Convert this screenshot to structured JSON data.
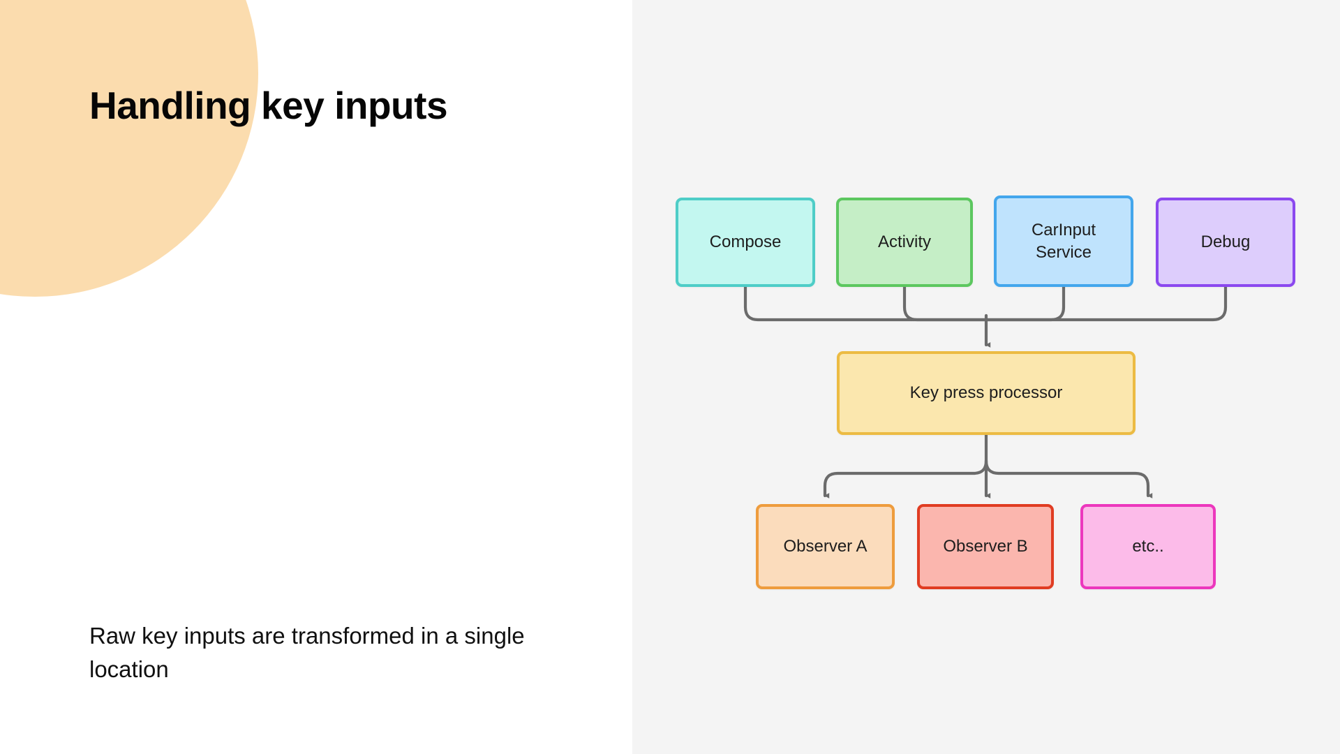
{
  "slide": {
    "title": "Handling key inputs",
    "caption": "Raw key inputs are transformed in a single location"
  },
  "theme": {
    "left_background": "#ffffff",
    "right_background": "#f4f4f4",
    "decoration_circle_color": "#fbdcae",
    "title_color": "#060606",
    "caption_color": "#101010",
    "edge_color": "#6b6b6b"
  },
  "diagram": {
    "type": "flow",
    "sources": [
      {
        "id": "compose",
        "label": "Compose",
        "fill": "#c3f7f0",
        "stroke": "#4ecdc7"
      },
      {
        "id": "activity",
        "label": "Activity",
        "fill": "#c5eec6",
        "stroke": "#5cc75f"
      },
      {
        "id": "car-input-service",
        "label": "CarInput Service",
        "fill": "#bfe3fd",
        "stroke": "#43a6ec"
      },
      {
        "id": "debug",
        "label": "Debug",
        "fill": "#ddcdfc",
        "stroke": "#8b48ef"
      }
    ],
    "processor": {
      "id": "key-press-processor",
      "label": "Key press processor",
      "fill": "#fbe7ae",
      "stroke": "#ecbb43"
    },
    "observers": [
      {
        "id": "observer-a",
        "label": "Observer A",
        "fill": "#fbdcbc",
        "stroke": "#ee9c3d"
      },
      {
        "id": "observer-b",
        "label": "Observer B",
        "fill": "#fbb6ae",
        "stroke": "#e03c22"
      },
      {
        "id": "etc",
        "label": "etc..",
        "fill": "#fcbbe9",
        "stroke": "#ec37bd"
      }
    ]
  }
}
